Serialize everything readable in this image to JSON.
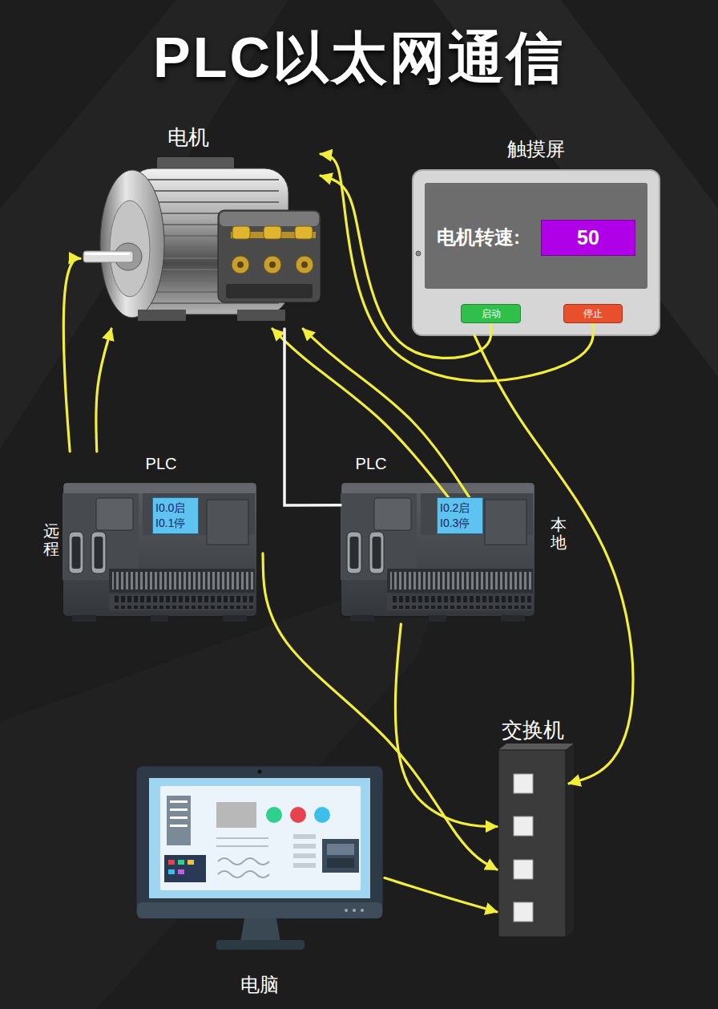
{
  "diagram": {
    "title": "PLC以太网通信",
    "nodes": [
      {
        "text": [
          "电机"
        ]
      },
      {
        "text": [
          "触摸屏",
          "电机转速:"
        ]
      },
      {
        "text": [
          "50"
        ],
        "in": 1
      },
      {
        "text": [
          "启动"
        ],
        "in": 1
      },
      {
        "text": [
          "停止"
        ],
        "in": 1
      },
      {
        "text": [
          "PLC",
          "远程"
        ]
      },
      {
        "text": [
          "I0.0启 I0.1停"
        ],
        "in": 5
      },
      {
        "text": [
          "PLC",
          "本地"
        ]
      },
      {
        "text": [
          "I0.2启 I0.3停"
        ],
        "in": 7
      },
      {
        "text": [
          "交换机"
        ]
      },
      {
        "text": [
          "电脑"
        ]
      }
    ],
    "edges": [
      {
        "from": 3,
        "to": 0,
        "arrow": "to"
      },
      {
        "from": 4,
        "to": 0,
        "arrow": "to"
      },
      {
        "from": 1,
        "to": 9,
        "arrow": "to"
      },
      {
        "from": 5,
        "to": 0,
        "arrow": "to"
      },
      {
        "from": 5,
        "to": 0,
        "arrow": "to"
      },
      {
        "from": 8,
        "to": 0,
        "arrow": "to"
      },
      {
        "from": 8,
        "to": 0,
        "arrow": "to"
      },
      {
        "from": 0,
        "to": 7,
        "arrow": "none"
      },
      {
        "from": 7,
        "to": 9,
        "arrow": "to"
      },
      {
        "from": 5,
        "to": 9,
        "arrow": "to"
      },
      {
        "from": 10,
        "to": 9,
        "arrow": "to"
      }
    ]
  }
}
